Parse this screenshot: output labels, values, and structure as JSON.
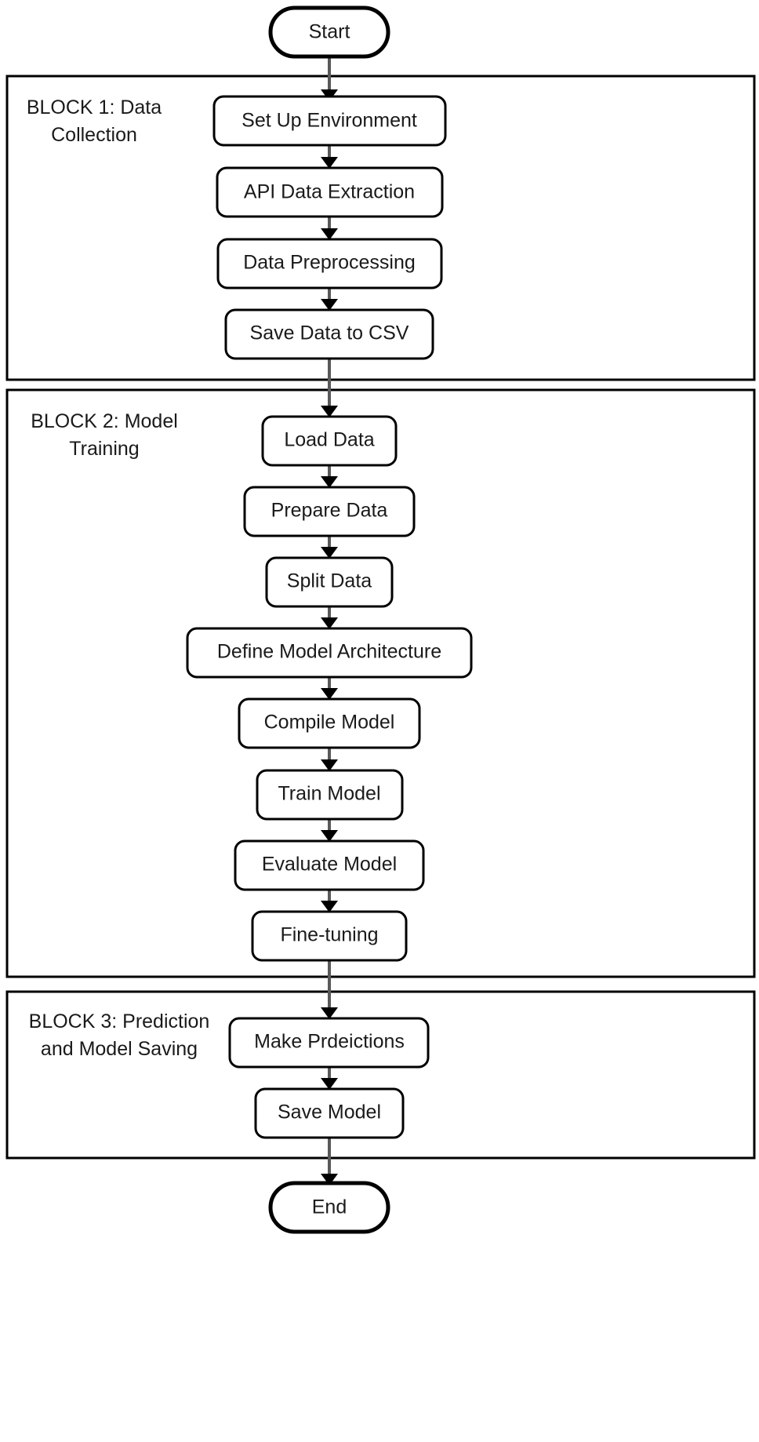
{
  "diagram": {
    "title": "Machine Learning Pipeline Flowchart",
    "background_color": "#ffffff",
    "line_color": "#000000",
    "connector_color": "#59595b",
    "text_color": "#1a1a1a"
  },
  "terminals": {
    "start": "Start",
    "end": "End"
  },
  "blocks": [
    {
      "id": "block-1",
      "title_line_1": "BLOCK 1: Data",
      "title_line_2": "Collection",
      "steps": [
        "Set  Up Environment",
        "API Data Extraction",
        "Data Preprocessing",
        "Save Data to CSV"
      ]
    },
    {
      "id": "block-2",
      "title_line_1": "BLOCK 2: Model",
      "title_line_2": "Training",
      "steps": [
        "Load Data",
        "Prepare Data",
        "Split Data",
        "Define Model Architecture",
        "Compile Model",
        "Train Model",
        "Evaluate Model",
        "Fine-tuning"
      ]
    },
    {
      "id": "block-3",
      "title_line_1": "BLOCK 3: Prediction",
      "title_line_2": "and Model Saving",
      "steps": [
        "Make Prdeictions",
        "Save Model"
      ]
    }
  ],
  "chart_data": {
    "type": "flowchart",
    "orientation": "top-to-bottom",
    "nodes": [
      {
        "id": "start",
        "label": "Start",
        "shape": "stadium",
        "block": null
      },
      {
        "id": "n1",
        "label": "Set  Up Environment",
        "shape": "rounded-rect",
        "block": "block-1"
      },
      {
        "id": "n2",
        "label": "API Data Extraction",
        "shape": "rounded-rect",
        "block": "block-1"
      },
      {
        "id": "n3",
        "label": "Data Preprocessing",
        "shape": "rounded-rect",
        "block": "block-1"
      },
      {
        "id": "n4",
        "label": "Save Data to CSV",
        "shape": "rounded-rect",
        "block": "block-1"
      },
      {
        "id": "n5",
        "label": "Load Data",
        "shape": "rounded-rect",
        "block": "block-2"
      },
      {
        "id": "n6",
        "label": "Prepare Data",
        "shape": "rounded-rect",
        "block": "block-2"
      },
      {
        "id": "n7",
        "label": "Split Data",
        "shape": "rounded-rect",
        "block": "block-2"
      },
      {
        "id": "n8",
        "label": "Define Model Architecture",
        "shape": "rounded-rect",
        "block": "block-2"
      },
      {
        "id": "n9",
        "label": "Compile Model",
        "shape": "rounded-rect",
        "block": "block-2"
      },
      {
        "id": "n10",
        "label": "Train Model",
        "shape": "rounded-rect",
        "block": "block-2"
      },
      {
        "id": "n11",
        "label": "Evaluate Model",
        "shape": "rounded-rect",
        "block": "block-2"
      },
      {
        "id": "n12",
        "label": "Fine-tuning",
        "shape": "rounded-rect",
        "block": "block-2"
      },
      {
        "id": "n13",
        "label": "Make Prdeictions",
        "shape": "rounded-rect",
        "block": "block-3"
      },
      {
        "id": "n14",
        "label": "Save Model",
        "shape": "rounded-rect",
        "block": "block-3"
      },
      {
        "id": "end",
        "label": "End",
        "shape": "stadium",
        "block": null
      }
    ],
    "edges": [
      {
        "from": "start",
        "to": "n1"
      },
      {
        "from": "n1",
        "to": "n2"
      },
      {
        "from": "n2",
        "to": "n3"
      },
      {
        "from": "n3",
        "to": "n4"
      },
      {
        "from": "n4",
        "to": "n5"
      },
      {
        "from": "n5",
        "to": "n6"
      },
      {
        "from": "n6",
        "to": "n7"
      },
      {
        "from": "n7",
        "to": "n8"
      },
      {
        "from": "n8",
        "to": "n9"
      },
      {
        "from": "n9",
        "to": "n10"
      },
      {
        "from": "n10",
        "to": "n11"
      },
      {
        "from": "n11",
        "to": "n12"
      },
      {
        "from": "n12",
        "to": "n13"
      },
      {
        "from": "n13",
        "to": "n14"
      },
      {
        "from": "n14",
        "to": "end"
      }
    ],
    "groups": [
      {
        "id": "block-1",
        "label": "BLOCK 1: Data Collection",
        "members": [
          "n1",
          "n2",
          "n3",
          "n4"
        ]
      },
      {
        "id": "block-2",
        "label": "BLOCK 2: Model Training",
        "members": [
          "n5",
          "n6",
          "n7",
          "n8",
          "n9",
          "n10",
          "n11",
          "n12"
        ]
      },
      {
        "id": "block-3",
        "label": "BLOCK 3: Prediction and Model Saving",
        "members": [
          "n13",
          "n14"
        ]
      }
    ]
  }
}
